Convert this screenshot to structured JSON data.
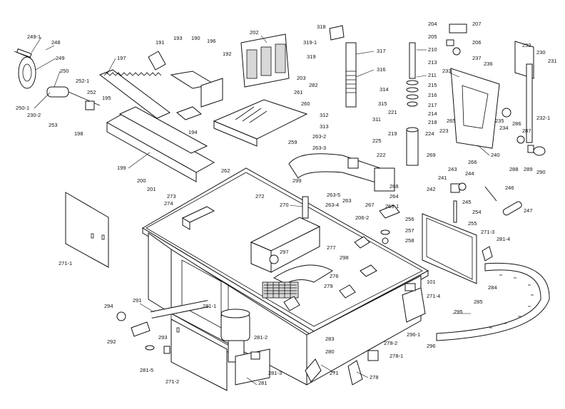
{
  "labels": {
    "l_249_1": "249-1",
    "l_248": "248",
    "l_249": "249",
    "l_250": "250",
    "l_250_1": "250-1",
    "l_230_2": "230-2",
    "l_253": "253",
    "l_252_1": "252-1",
    "l_252": "252",
    "l_195": "195",
    "l_197": "197",
    "l_198": "198",
    "l_199": "199",
    "l_200": "200",
    "l_201": "201",
    "l_191": "191",
    "l_193": "193",
    "l_190": "190",
    "l_196": "196",
    "l_192": "192",
    "l_194": "194",
    "l_202": "202",
    "l_203": "203",
    "l_261": "261",
    "l_260": "260",
    "l_259": "259",
    "l_262": "262",
    "l_272": "272",
    "l_273": "273",
    "l_274": "274",
    "l_318": "318",
    "l_319_1": "319-1",
    "l_319": "319",
    "l_317": "317",
    "l_316": "316",
    "l_282": "282",
    "l_314": "314",
    "l_315": "315",
    "l_312": "312",
    "l_313": "313",
    "l_311": "311",
    "l_263_2": "263-2",
    "l_263_3": "263-3",
    "l_225": "225",
    "l_204": "204",
    "l_205": "205",
    "l_210": "210",
    "l_213": "213",
    "l_211": "211",
    "l_215": "215",
    "l_216": "216",
    "l_217": "217",
    "l_214": "214",
    "l_218": "218",
    "l_221": "221",
    "l_219": "219",
    "l_224": "224",
    "l_223": "223",
    "l_222": "222",
    "l_269": "269",
    "l_207": "207",
    "l_206": "206",
    "l_237": "237",
    "l_236": "236",
    "l_233": "233",
    "l_232": "232",
    "l_230": "230",
    "l_231": "231",
    "l_232_1": "232-1",
    "l_265": "265",
    "l_235": "235",
    "l_234": "234",
    "l_286": "286",
    "l_287": "287",
    "l_240": "240",
    "l_266": "266",
    "l_288": "288",
    "l_289": "289",
    "l_290": "290",
    "l_243": "243",
    "l_244": "244",
    "l_241": "241",
    "l_242": "242",
    "l_245": "245",
    "l_246": "246",
    "l_254": "254",
    "l_247": "247",
    "l_255": "255",
    "l_268": "268",
    "l_264": "264",
    "l_263_1": "263-1",
    "l_267": "267",
    "l_263": "263",
    "l_299": "299",
    "l_263_5": "263-5",
    "l_263_4": "263-4",
    "l_270": "270",
    "l_206_2": "206-2",
    "l_256": "256",
    "l_257": "257",
    "l_258": "258",
    "l_271_3": "271-3",
    "l_281_4": "281-4",
    "l_271_1": "271-1",
    "l_297": "297",
    "l_277": "277",
    "l_298": "298",
    "l_276": "276",
    "l_279": "279",
    "l_101": "101",
    "l_271_4": "271-4",
    "l_285": "285",
    "l_284": "284",
    "l_295": "295",
    "l_296_1": "296-1",
    "l_296": "296",
    "l_291": "291",
    "l_294": "294",
    "l_281_1": "281-1",
    "l_293": "293",
    "l_292": "292",
    "l_281_2": "281-2",
    "l_283": "283",
    "l_280": "280",
    "l_278_2": "278-2",
    "l_278_1": "278-1",
    "l_281_5": "281-5",
    "l_271_2": "271-2",
    "l_281_3": "281-3",
    "l_281": "281",
    "l_271": "271",
    "l_278": "278"
  }
}
